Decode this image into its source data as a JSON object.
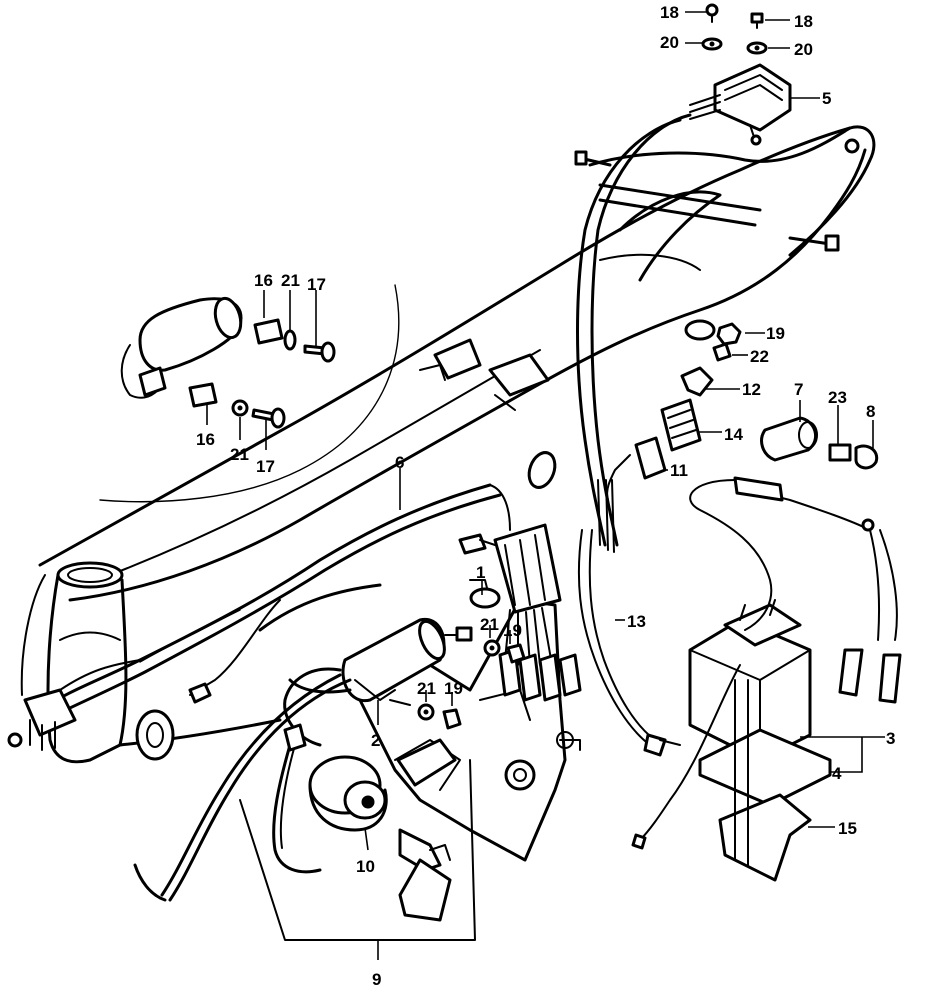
{
  "callouts": {
    "c1": "1",
    "c2": "2",
    "c3": "3",
    "c4": "4",
    "c5": "5",
    "c6": "6",
    "c7": "7",
    "c8": "8",
    "c9": "9",
    "c10": "10",
    "c11": "11",
    "c12": "12",
    "c13": "13",
    "c14": "14",
    "c15": "15",
    "c16a": "16",
    "c16b": "16",
    "c17a": "17",
    "c17b": "17",
    "c18a": "18",
    "c18b": "18",
    "c19a": "19",
    "c19b": "19",
    "c19c": "19",
    "c20a": "20",
    "c20b": "20",
    "c21a": "21",
    "c21b": "21",
    "c21c": "21",
    "c21d": "21",
    "c22": "22",
    "c23": "23"
  }
}
